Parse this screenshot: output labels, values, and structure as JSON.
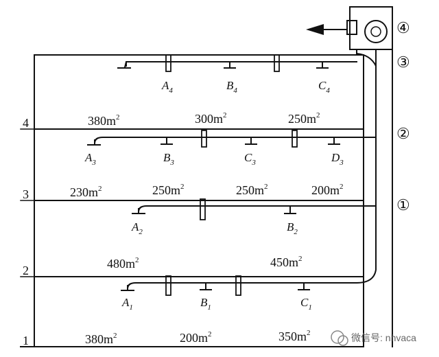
{
  "floors": [
    "1",
    "2",
    "3",
    "4"
  ],
  "stations": [
    "①",
    "②",
    "③",
    "④"
  ],
  "areas": {
    "floor1": [
      "380",
      "200",
      "350"
    ],
    "floor2": [
      "480",
      "450"
    ],
    "floor3": [
      "230",
      "250",
      "250",
      "200"
    ],
    "floor4": [
      "380",
      "300",
      "250"
    ]
  },
  "area_unit": "m",
  "area_exponent": "2",
  "outlets": {
    "row1": [
      {
        "letter": "A",
        "sub": "1"
      },
      {
        "letter": "B",
        "sub": "1"
      },
      {
        "letter": "C",
        "sub": "1"
      }
    ],
    "row2": [
      {
        "letter": "A",
        "sub": "2"
      },
      {
        "letter": "B",
        "sub": "2"
      }
    ],
    "row3": [
      {
        "letter": "A",
        "sub": "3"
      },
      {
        "letter": "B",
        "sub": "3"
      },
      {
        "letter": "C",
        "sub": "3"
      },
      {
        "letter": "D",
        "sub": "3"
      }
    ],
    "row4": [
      {
        "letter": "A",
        "sub": "4"
      },
      {
        "letter": "B",
        "sub": "4"
      },
      {
        "letter": "C",
        "sub": "4"
      }
    ]
  },
  "watermark": "微信号: nhvaca"
}
